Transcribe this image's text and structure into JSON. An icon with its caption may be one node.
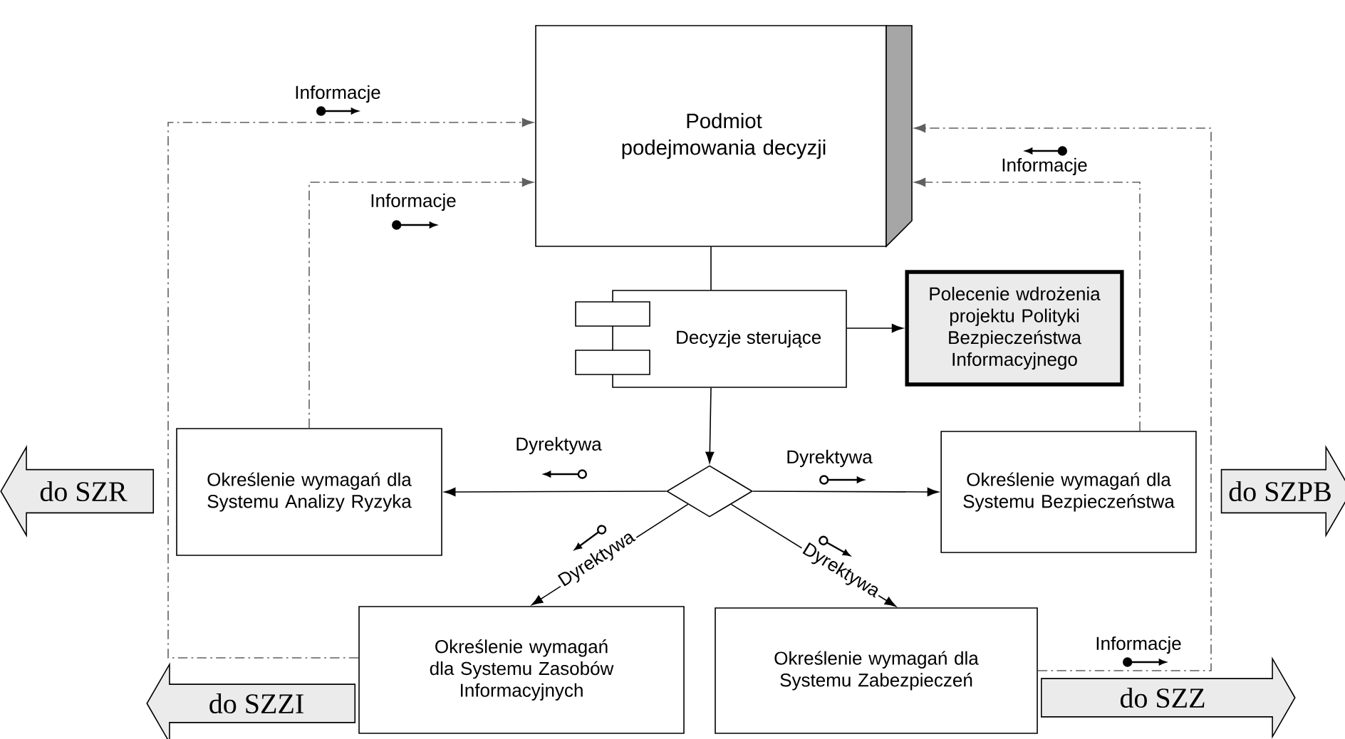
{
  "diagram": {
    "nodes": [
      {
        "text": [
          "Podmiot podejmowania decyzji"
        ]
      },
      {
        "text": [
          "Decyzje sterujące"
        ]
      },
      {
        "text": [
          "Polecenie wdrożenia projektu Polityki Bezpieczeństwa Informacyjnego"
        ]
      },
      {
        "text": [],
        "shape": "diamond"
      },
      {
        "text": [
          "Określenie wymagań dla Systemu Analizy Ryzyka"
        ]
      },
      {
        "text": [
          "Określenie wymagań dla Systemu Bezpieczeństwa"
        ]
      },
      {
        "text": [
          "Określenie wymagań dla Systemu Zasobów Informacyjnych"
        ]
      },
      {
        "text": [
          "Określenie wymagań dla Systemu Zabezpieczeń"
        ]
      },
      {
        "text": [
          "do SZR"
        ]
      },
      {
        "text": [
          "do SZPB"
        ]
      },
      {
        "text": [
          "do SZZI"
        ]
      },
      {
        "text": [
          "do SZZ"
        ]
      }
    ],
    "edges": [
      {
        "from": 0,
        "to": 1,
        "arrow": "none"
      },
      {
        "from": 1,
        "to": 2,
        "arrow": "to"
      },
      {
        "from": 1,
        "to": 3,
        "arrow": "to"
      },
      {
        "from": 3,
        "to": 4,
        "arrow": "to",
        "label": "Dyrektywa"
      },
      {
        "from": 3,
        "to": 5,
        "arrow": "to",
        "label": "Dyrektywa"
      },
      {
        "from": 3,
        "to": 6,
        "arrow": "to",
        "label": "Dyrektywa"
      },
      {
        "from": 3,
        "to": 7,
        "arrow": "to",
        "label": "Dyrektywa"
      },
      {
        "from": 6,
        "to": 0,
        "arrow": "to",
        "label": "Informacje",
        "style": "dashed",
        "color": "#606060"
      },
      {
        "from": 4,
        "to": 0,
        "arrow": "to",
        "label": "Informacje",
        "style": "dashed",
        "color": "#606060"
      },
      {
        "from": 5,
        "to": 0,
        "arrow": "to",
        "label": "Informacje",
        "style": "dashed",
        "color": "#606060"
      },
      {
        "from": 7,
        "to": 0,
        "arrow": "to",
        "label": "Informacje",
        "style": "dashed",
        "color": "#606060"
      }
    ]
  }
}
